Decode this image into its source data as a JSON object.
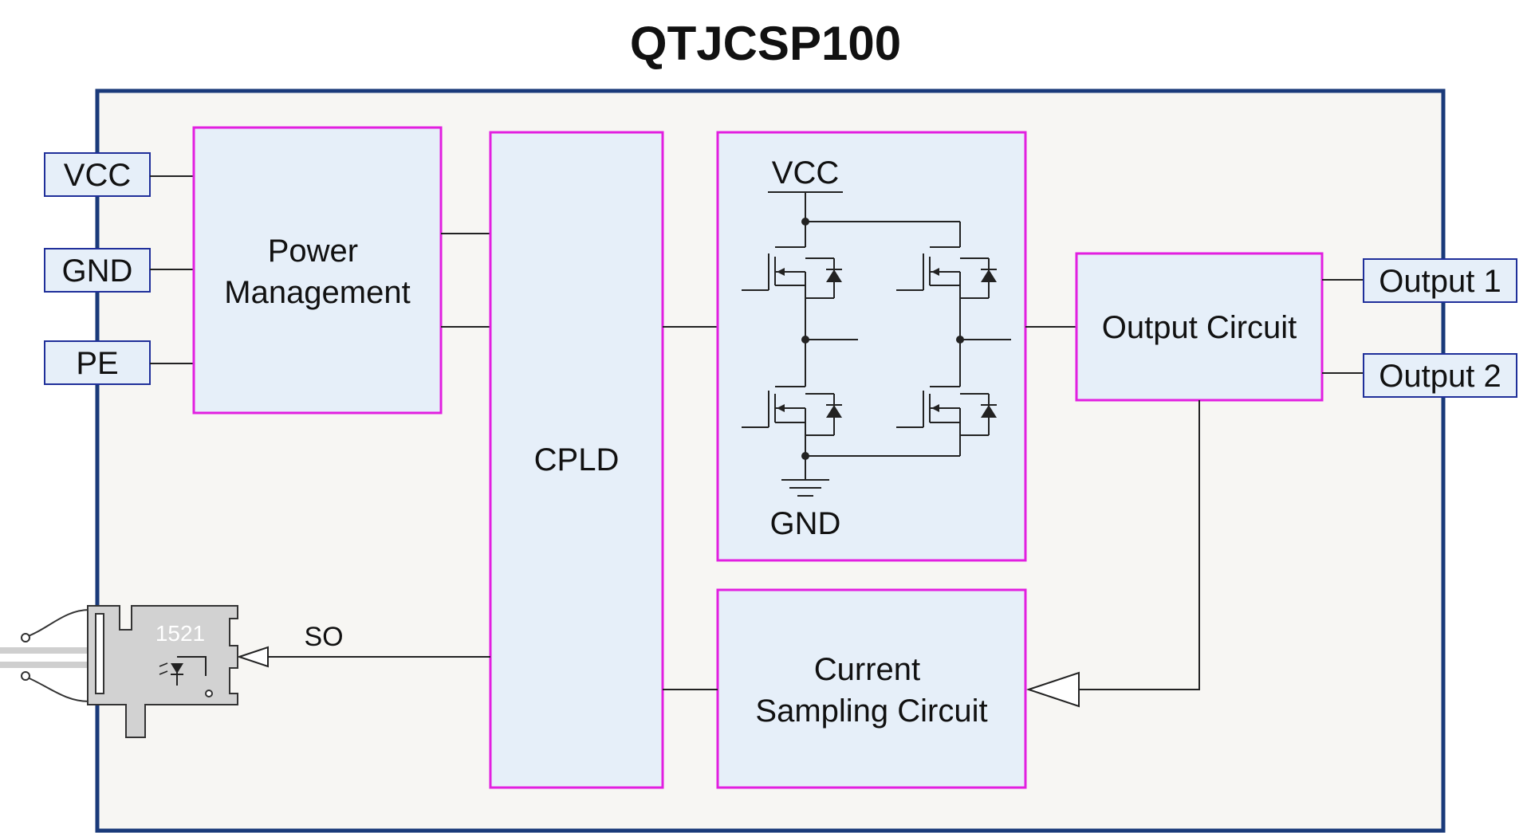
{
  "title": "QTJCSP100",
  "pins_left": {
    "vcc": "VCC",
    "gnd": "GND",
    "pe": "PE"
  },
  "blocks": {
    "power_management": [
      "Power",
      "Management"
    ],
    "cpld": "CPLD",
    "bridge_vcc": "VCC",
    "bridge_gnd": "GND",
    "output_circuit": "Output Circuit",
    "current_sampling": [
      "Current",
      "Sampling Circuit"
    ]
  },
  "pins_right": {
    "output1": "Output 1",
    "output2": "Output 2"
  },
  "so_label": "SO",
  "optocoupler_label": "1521",
  "colors": {
    "board_fill": "#f7f6f3",
    "board_border": "#1a3a7a",
    "block_fill": "#e6eff9",
    "block_border": "#e21fe0",
    "pin_border": "#1f2f9a"
  }
}
